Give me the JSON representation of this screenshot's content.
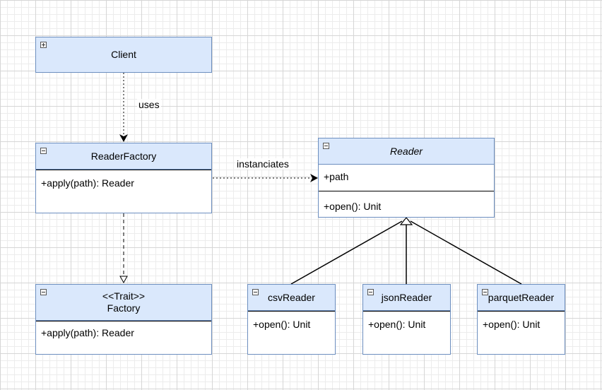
{
  "diagram": {
    "classes": {
      "client": {
        "name": "Client",
        "collapsed": true
      },
      "reader_factory": {
        "name": "ReaderFactory",
        "methods": [
          "+apply(path): Reader"
        ]
      },
      "factory": {
        "stereotype": "<<Trait>>",
        "name": "Factory",
        "methods": [
          "+apply(path): Reader"
        ]
      },
      "reader": {
        "name": "Reader",
        "italic": true,
        "attributes": [
          "+path"
        ],
        "methods": [
          "+open(): Unit"
        ]
      },
      "csv_reader": {
        "name": "csvReader",
        "methods": [
          "+open(): Unit"
        ]
      },
      "json_reader": {
        "name": "jsonReader",
        "methods": [
          "+open(): Unit"
        ]
      },
      "parquet_reader": {
        "name": "parquetReader",
        "methods": [
          "+open(): Unit"
        ]
      }
    },
    "relations": {
      "uses": {
        "label": "uses",
        "kind": "dependency"
      },
      "instanciates": {
        "label": "instanciates",
        "kind": "dependency"
      },
      "implements": {
        "label": "",
        "kind": "realization"
      },
      "generalizations": {
        "kind": "inheritance"
      }
    },
    "colors": {
      "header_fill": "#dae8fc",
      "border": "#6c8ebf",
      "grid": "#d6d6d6"
    }
  }
}
